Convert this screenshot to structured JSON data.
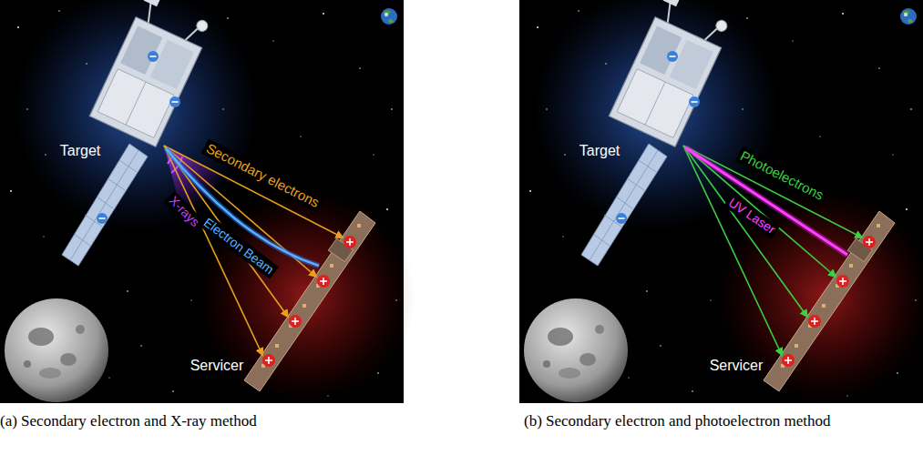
{
  "diagram": {
    "labels": [
      "Target",
      "Secondary electrons",
      "X-rays",
      "Electron Beam",
      "Servicer",
      "(a) Secondary electron and X-ray method",
      "Target",
      "Photoelectrons",
      "UV Laser",
      "Servicer",
      "(b) Secondary electron and photoelectron method"
    ]
  }
}
